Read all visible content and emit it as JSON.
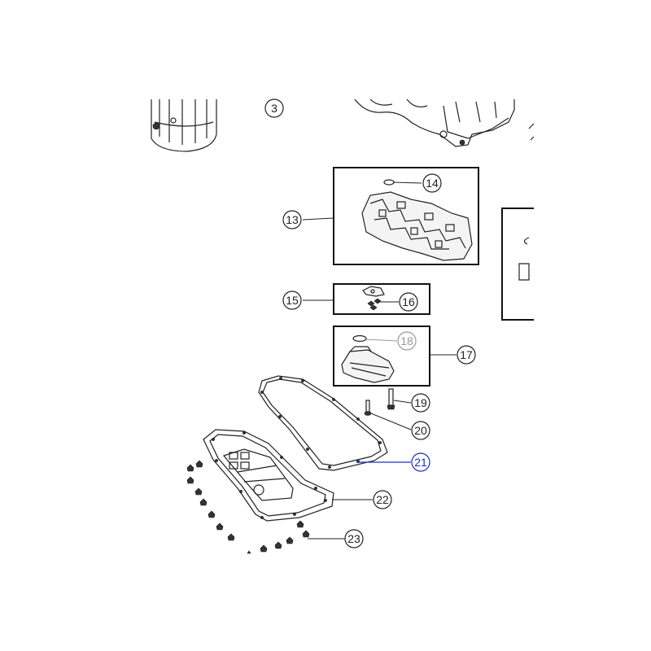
{
  "callouts": {
    "c3": "3",
    "c13": "13",
    "c14": "14",
    "c15": "15",
    "c16": "16",
    "c17": "17",
    "c18": "18",
    "c19": "19",
    "c20": "20",
    "c21": "21",
    "c22": "22",
    "c23": "23"
  },
  "colors": {
    "default_callout": "#222222",
    "dimmed_callout": "#9a9a9a",
    "highlighted_callout": "#1a2fc9"
  },
  "highlighted_part": "21",
  "dimmed_part": "18"
}
